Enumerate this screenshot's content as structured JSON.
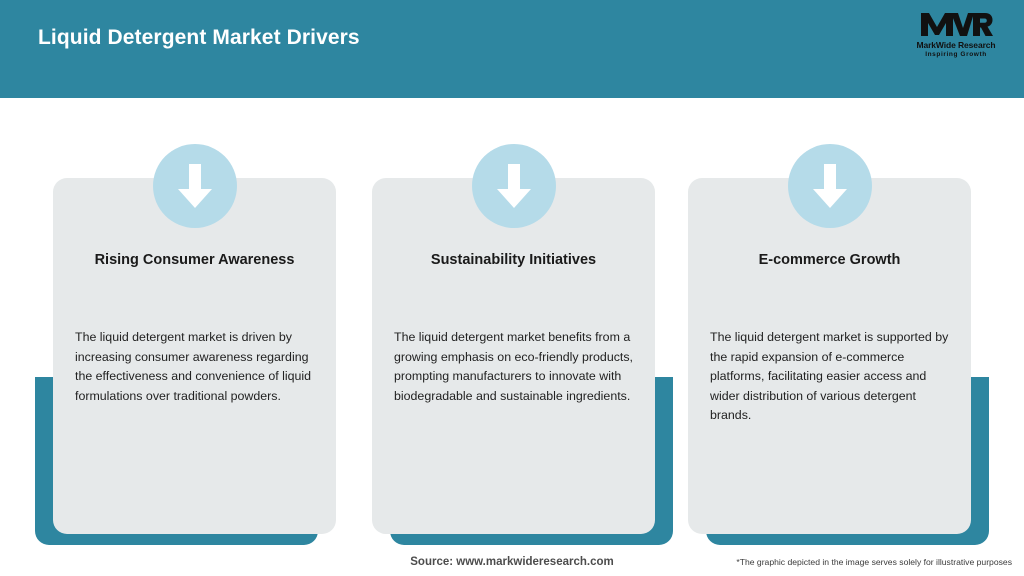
{
  "header": {
    "title": "Liquid Detergent Market Drivers",
    "background_color": "#2e86a0",
    "title_color": "#ffffff"
  },
  "logo": {
    "mark": "MWR",
    "company_name": "MarkWide Research",
    "tagline": "Inspiring Growth"
  },
  "cards": [
    {
      "icon": "down-arrow-icon",
      "title": "Rising Consumer Awareness",
      "body": "The liquid detergent market is driven by increasing consumer awareness regarding the effectiveness and convenience of liquid formulations over traditional powders.",
      "accent_side": "left"
    },
    {
      "icon": "down-arrow-icon",
      "title": "Sustainability Initiatives",
      "body": "The liquid detergent market benefits from a growing emphasis on eco-friendly products, prompting manufacturers to innovate with biodegradable and sustainable ingredients.",
      "accent_side": "right"
    },
    {
      "icon": "down-arrow-icon",
      "title": "E-commerce Growth",
      "body": "The liquid detergent market is supported by the rapid expansion of e-commerce platforms, facilitating easier access and wider distribution of various detergent brands.",
      "accent_side": "right"
    }
  ],
  "footer": {
    "source": "Source: www.markwideresearch.com",
    "disclaimer": "*The graphic depicted in the image serves solely for illustrative purposes"
  },
  "colors": {
    "accent_teal": "#2e86a0",
    "card_background": "#e6e9ea",
    "icon_circle": "#b5dbe9",
    "page_background": "#ffffff"
  }
}
